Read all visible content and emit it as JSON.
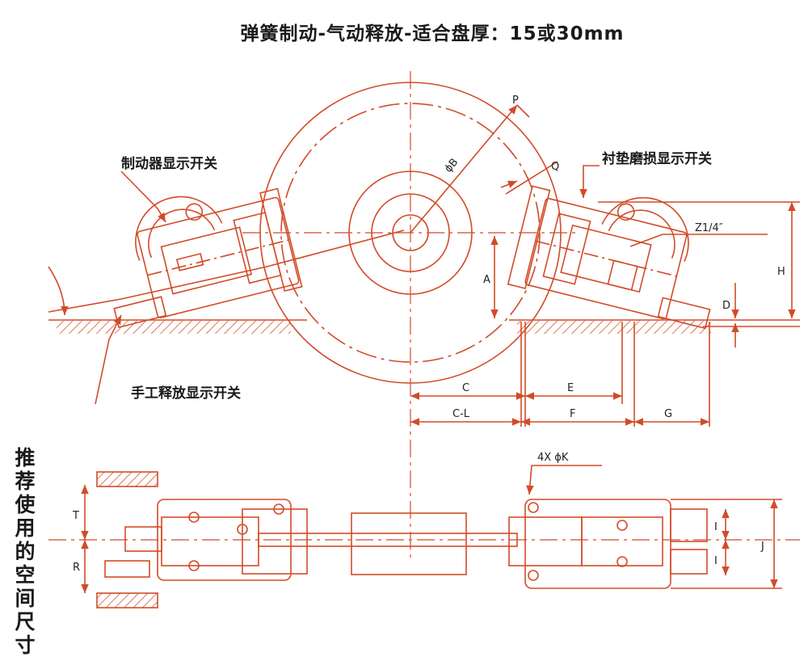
{
  "title": "弹簧制动-气动释放-适合盘厚：15或30mm",
  "callouts": {
    "brake_switch": "制动器显示开关",
    "wear_switch": "衬垫磨损显示开关",
    "manual_release_switch": "手工释放显示开关",
    "thread": "Z1/4″",
    "bolt_holes": "4X ϕK"
  },
  "side_label": "推荐使用的空间尺寸",
  "dimensions": {
    "B": "ϕB",
    "P": "P",
    "Q": "Q",
    "A": "A",
    "H": "H",
    "D": "D",
    "C": "C",
    "E": "E",
    "CL": "C-L",
    "F": "F",
    "G": "G",
    "T": "T",
    "R": "R",
    "J": "J",
    "I": "I"
  },
  "colors": {
    "drawing": "#d24b28",
    "text": "#1a1a1a"
  }
}
